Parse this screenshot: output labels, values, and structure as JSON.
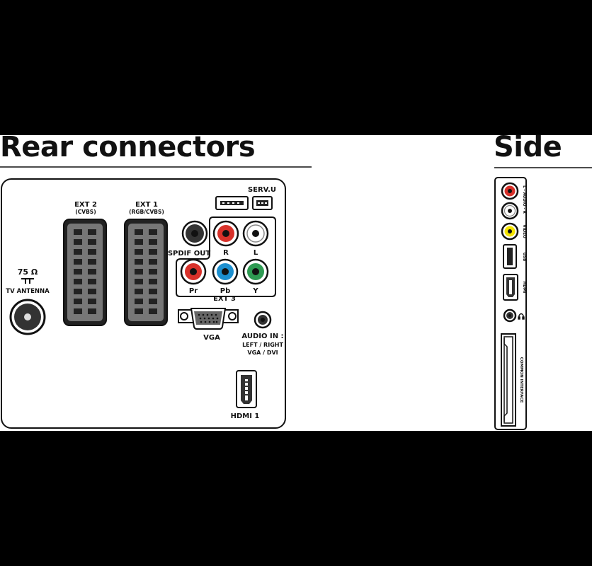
{
  "rear": {
    "heading": "Rear connectors",
    "labels": {
      "ext2": "EXT 2",
      "ext2_sub": "(CVBS)",
      "ext1": "EXT 1",
      "ext1_sub": "(RGB/CVBS)",
      "servu": "SERV.U",
      "spdif": "SPDIF OUT",
      "r": "R",
      "l": "L",
      "pr": "Pr",
      "pb": "Pb",
      "y": "Y",
      "ext3": "EXT 3",
      "ohm": "75 Ω",
      "tv_antenna": "TV ANTENNA",
      "vga": "VGA",
      "audio_in": "AUDIO IN :",
      "audio_in_l2": "LEFT / RIGHT",
      "audio_in_l3": "VGA / DVI",
      "hdmi1": "HDMI 1"
    }
  },
  "side": {
    "heading": "Side",
    "labels": {
      "audio": "L - AUDIO - R",
      "video": "VIDEO",
      "usb": "USB",
      "hdmi": "HDMI",
      "headphone": "☊",
      "ci": "COMMON INTERFACE"
    }
  },
  "colors": {
    "red": "#d8312a",
    "white": "#ffffff",
    "yellow": "#f5e400",
    "blue": "#1c8fcf",
    "green": "#2e9a52"
  }
}
